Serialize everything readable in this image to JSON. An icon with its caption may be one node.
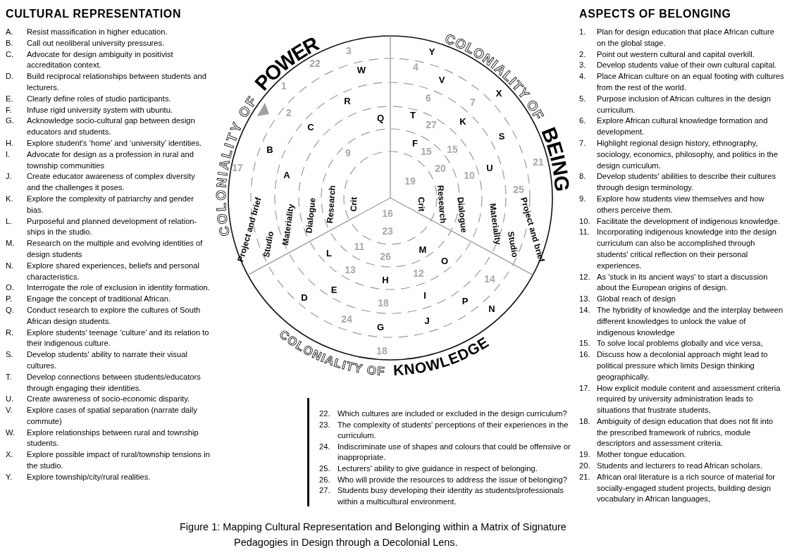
{
  "diagram": {
    "caption": "Figure 1: Mapping Cultural Representation and Belonging within a Matrix of Signature Pedagogies in Design through a Decolonial Lens.",
    "labels": [
      "CULTURAL REPRESENTATION",
      "A. Resist massification in higher education.",
      "B. Call out neoliberal university pressures.",
      "C. Advocate for design ambiguity in positivist accreditation context.",
      "D. Build reciprocal relationships between students and lecturers.",
      "E. Clearly define roles of studio participants.",
      "F. Infuse rigid university system with ubuntu.",
      "G. Acknowledge socio-cultural gap between design educators and students.",
      "H. Explore student's ‘home’ and ‘university’ identities.",
      "I. Advocate for design as a profession in rural and township communities",
      "J. Create educator awareness of complex diversity and the challenges it poses.",
      "K. Explore the complexity of patriarchy and gender bias.",
      "L. Purposeful and planned development of relation-ships in the studio.",
      "M. Research on the multiple and evolving identities of design students",
      "N. Explore shared experiences, beliefs and personal characteristics.",
      "O. Interrogate the role of exclusion in identity formation.",
      "P. Engage the concept of traditional African.",
      "Q. Conduct research to explore the cultures of South African design students.",
      "R. Explore students' teenage ‘culture’ and its relation to their indigenous culture.",
      "S. Develop students' ability to narrate their visual cultures.",
      "T. Develop connections between students/educators through engaging their identities.",
      "U. Create awareness of socio-economic disparity.",
      "V. Explore cases of spatial separation (narrate daily commute)",
      "W. Explore relationships between rural and township students.",
      "X. Explore possible impact of rural/township tensions in the studio.",
      "Y. Explore township/city/rural realities.",
      "ASPECTS OF BELONGING",
      "1. Plan for design education that place African culture on the global stage.",
      "2. Point out western cultural and capital overkill.",
      "3. Develop students value of their own cultural capital.",
      "4. Place African culture on an equal footing with cultures from the rest of the world.",
      "5. Purpose inclusion of African cultures in the design curriculum.",
      "6. Explore African cultural knowledge formation and development.",
      "7. Highlight regional design history, ethnography, sociology, economics, philosophy, and politics in the design curriculum.",
      "8. Develop students' abilities to describe their cultures through design terminology.",
      "9. Explore how students view themselves and how others perceive them.",
      "10. Facilitate the development of indigenous knowledge.",
      "11. Incorporating indigenous knowledge into the design curriculum can also be accomplished through students' critical reflection on their personal experiences.",
      "12. As 'stuck in its ancient ways' to start a discussion about the European origins of design.",
      "13. Global reach of design",
      "14. The hybridity of knowledge and the interplay between different knowledges to unlock the value of indigenous knowledge",
      "15. To solve local problems globally and vice versa,",
      "16. Discuss how a decolonial approach might lead to political pressure which limits Design thinking geographically.",
      "17. How explicit module content and assessment criteria required by university administration leads to situations that frustrate students,",
      "18. Ambiguity of design education that does not fit into the prescribed framework of rubrics, module descriptors and assessment criteria.",
      "19. Mother tongue education.",
      "20. Students and lecturers to read African scholars.",
      "21. African oral literature is a rich source of material for socially-engaged student projects, building design vocabulary in African languages,",
      "22. Which cultures are included or excluded in the design curriculum?",
      "23. The complexity of students' perceptions of their experiences in the curriculum.",
      "24. Indiscriminate use of shapes and colours that could be offensive or inappropriate.",
      "25. Lecturers' ability to give guidance in respect of belonging.",
      "26. Who will provide the resources to address the issue of belonging?",
      "27. Students busy developing their identity as students/professionals within a multicultural environment.",
      "COLONIALITY OF",
      "POWER",
      "COLONIALITY OF",
      "BEING",
      "COLONIALITY OF",
      "KNOWLEDGE",
      "Project and brief",
      "Studio",
      "Materiality",
      "Dialogue",
      "Research",
      "Crit",
      "Crit",
      "Research",
      "Dialogue",
      "Materiality",
      "Studio",
      "Project and brief",
      "3",
      "22",
      "W",
      "1",
      "R",
      "2",
      "Q",
      "C",
      "B",
      "9",
      "17",
      "A",
      "Y",
      "4",
      "V",
      "6",
      "X",
      "7",
      "T",
      "27",
      "K",
      "F",
      "S",
      "15",
      "15",
      "20",
      "21",
      "19",
      "10",
      "U",
      "25",
      "16",
      "23",
      "L",
      "11",
      "26",
      "M",
      "O",
      "13",
      "H",
      "12",
      "14",
      "D",
      "E",
      "18",
      "I",
      "P",
      "N",
      "24",
      "G",
      "J",
      "18"
    ]
  }
}
